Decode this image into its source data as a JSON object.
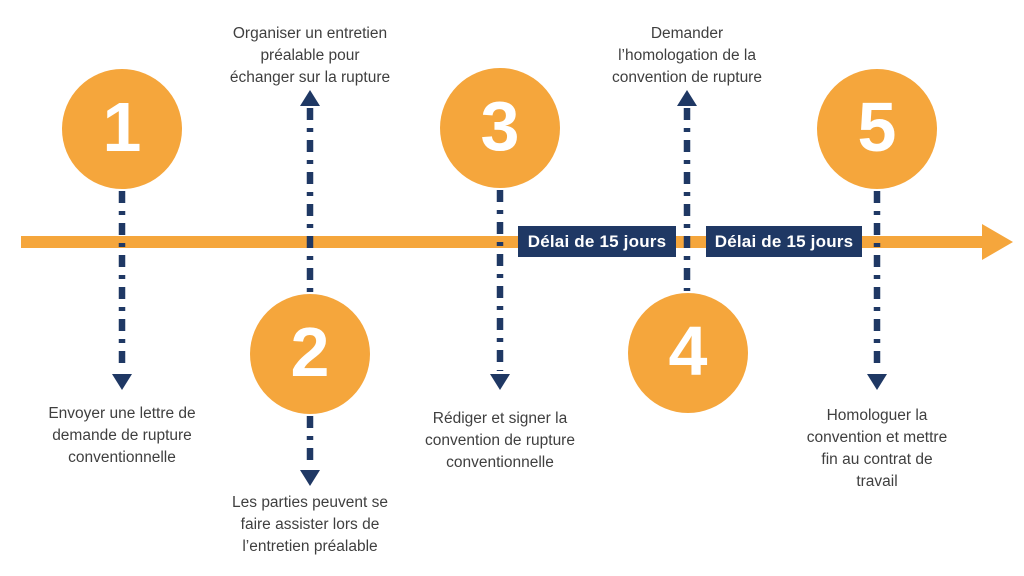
{
  "diagram": {
    "type": "process-timeline",
    "language": "fr",
    "topic": "Étapes de la rupture conventionnelle"
  },
  "colors": {
    "accent_orange": "#F5A63C",
    "navy": "#1F3864",
    "body_text": "#3F3F3F",
    "number_text": "#FFFFFF",
    "background": "#FFFFFF"
  },
  "timeline": {
    "badges": [
      {
        "label": "Délai de 15 jours"
      },
      {
        "label": "Délai de 15 jours"
      }
    ]
  },
  "steps": [
    {
      "number": "1",
      "circle_position": "above-line",
      "label": "Envoyer une lettre de\ndemande de rupture\nconventionnelle"
    },
    {
      "number": "2",
      "circle_position": "below-line",
      "label_top": "Organiser un entretien\npréalable pour\néchanger sur la rupture",
      "label_bottom": "Les parties peuvent se\nfaire assister lors de\nl’entretien préalable"
    },
    {
      "number": "3",
      "circle_position": "above-line",
      "label": "Rédiger et signer la\nconvention de rupture\nconventionnelle"
    },
    {
      "number": "4",
      "circle_position": "below-line",
      "label_top": "Demander\nl’homologation de la\nconvention de rupture"
    },
    {
      "number": "5",
      "circle_position": "above-line",
      "label": "Homologuer la\nconvention et mettre\nfin au contrat de\ntravail"
    }
  ]
}
